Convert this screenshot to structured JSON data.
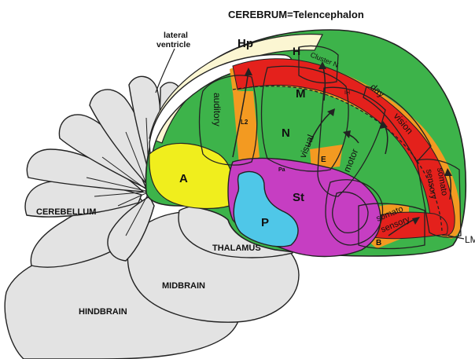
{
  "title": "CEREBRUM=Telencephalon",
  "labels": {
    "lateral_ventricle_1": "lateral",
    "lateral_ventricle_2": "ventricle",
    "hp": "Hp",
    "h": "H",
    "m": "M",
    "n": "N",
    "a": "A",
    "st": "St",
    "p": "P",
    "e": "E",
    "l2": "L2",
    "pa": "Pa",
    "b": "B",
    "cluster_n": "Cluster N",
    "ih": "IH",
    "lm": "LM",
    "auditory": "auditory",
    "visual": "visual",
    "motor": "motor",
    "day": "day",
    "vision": "vision",
    "somato_sensory_vertical_1": "somato",
    "somato_sensory_vertical_2": "sensory",
    "somato_sensory_lower_1": "somato",
    "somato_sensory_lower_2": "sensory",
    "cerebellum": "CEREBELLUM",
    "thalamus": "THALAMUS",
    "midbrain": "MIDBRAIN",
    "hindbrain": "HINDBRAIN"
  },
  "colors": {
    "hyperpallium_green": "#3db34a",
    "mesopallium_red": "#e4211c",
    "border_orange": "#f39a21",
    "arcopallium_yellow": "#f0ee1d",
    "striatum_magenta": "#c63ec2",
    "pallidum_cyan": "#4fc7e8",
    "hippocampus_cream": "#fbf6d2",
    "brainstem_grey": "#e3e3e3",
    "outline": "#222222"
  }
}
